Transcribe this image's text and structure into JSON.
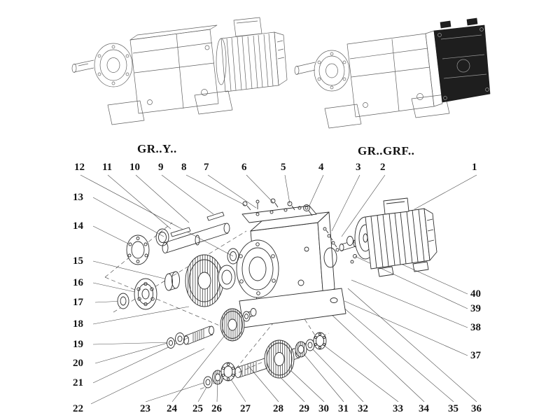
{
  "labels": {
    "left_model": "GR..Y..",
    "right_model": "GR..GRF.."
  },
  "callouts": [
    "1",
    "2",
    "3",
    "4",
    "5",
    "6",
    "7",
    "8",
    "9",
    "10",
    "11",
    "12",
    "13",
    "14",
    "15",
    "16",
    "17",
    "18",
    "19",
    "20",
    "21",
    "22",
    "23",
    "24",
    "25",
    "26",
    "27",
    "28",
    "29",
    "30",
    "31",
    "32",
    "33",
    "34",
    "35",
    "36",
    "37",
    "38",
    "39",
    "40"
  ],
  "colors": {
    "background": "#ffffff",
    "drawing_line": "#2e2e2e",
    "light_line": "#606060",
    "leader_line": "#4a4a4a",
    "dark_component": "#1e1e1e",
    "text": "#151515"
  }
}
